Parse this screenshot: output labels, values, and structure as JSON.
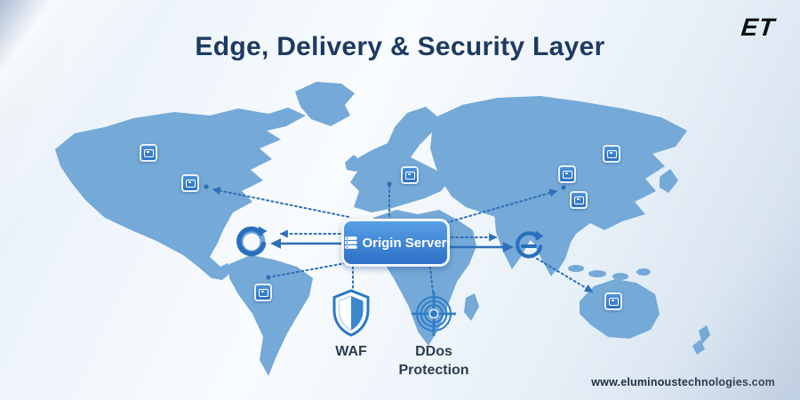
{
  "header": {
    "title": "Edge, Delivery & Security Layer",
    "logo": "ET"
  },
  "origin_server": {
    "label": "Origin Server"
  },
  "security": {
    "waf_label": "WAF",
    "ddos_label": "DDos Protection"
  },
  "footer": {
    "website": "www.eluminoustechnologies.com"
  },
  "icons": [
    "server-stack-icon",
    "edge-node-icon",
    "sync-arrow-icon",
    "shield-waf-icon",
    "ddos-target-icon"
  ],
  "map": {
    "edge_nodes": [
      "alaska",
      "north-america",
      "south-america",
      "europe",
      "east-russia",
      "siberia",
      "east-asia",
      "australia"
    ]
  },
  "colors": {
    "title_navy": "#1d3a61",
    "map_blue": "#74a9d8",
    "box_blue_top": "#58a0e6",
    "box_blue_bottom": "#2d6fc6",
    "line_blue": "#2e6fb7",
    "icon_blue": "#2f7dc6",
    "background_light": "#f9fcfe"
  }
}
